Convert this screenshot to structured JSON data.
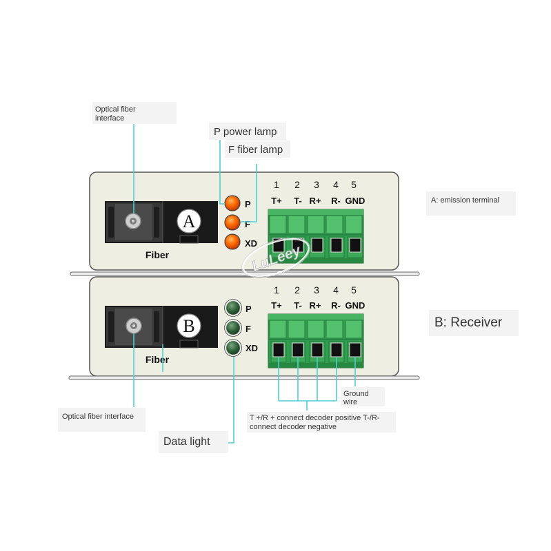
{
  "annotations": {
    "optical_fiber_interface_top": {
      "line1": "Optical fiber",
      "line2": "interface"
    },
    "p_power_lamp": "P power lamp",
    "f_fiber_lamp": "F fiber lamp",
    "emission_terminal": "A: emission terminal",
    "receiver": "B: Receiver",
    "optical_fiber_interface_bottom": "Optical fiber interface",
    "data_light": "Data light",
    "ground_wire": {
      "line1": "Ground",
      "line2": "wire"
    },
    "decoder_note": {
      "line1": "T +/R + connect decoder positive T-/R-",
      "line2": "connect decoder negative"
    }
  },
  "devices": [
    {
      "badge": "A",
      "fiber_label": "Fiber",
      "led_color": "#f05a0a",
      "leds": [
        {
          "label": "P"
        },
        {
          "label": "F"
        },
        {
          "label": "XD"
        }
      ],
      "terminal_numbers": [
        "1",
        "2",
        "3",
        "4",
        "5"
      ],
      "terminal_labels": [
        "T+",
        "T-",
        "R+",
        "R-",
        "GND"
      ]
    },
    {
      "badge": "B",
      "fiber_label": "Fiber",
      "led_color": "#2d5e36",
      "leds": [
        {
          "label": "P"
        },
        {
          "label": "F"
        },
        {
          "label": "XD"
        }
      ],
      "terminal_numbers": [
        "1",
        "2",
        "3",
        "4",
        "5"
      ],
      "terminal_labels": [
        "T+",
        "T-",
        "R+",
        "R-",
        "GND"
      ]
    }
  ],
  "watermark": "LuLeey",
  "colors": {
    "callout_line": "#4fcfd5",
    "device_body": "#efeee3",
    "terminal_green": "#2f9e4f",
    "connector_black": "#1a1a1a"
  }
}
